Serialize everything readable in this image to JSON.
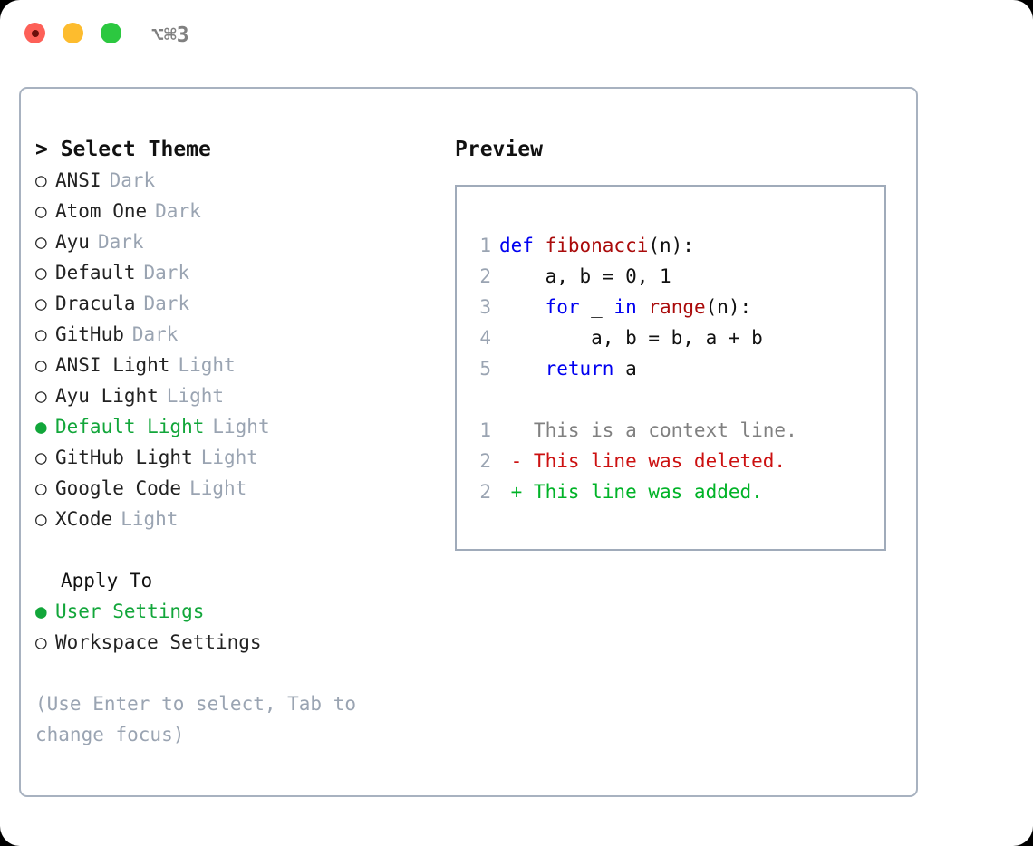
{
  "titlebar": {
    "shortcut": "⌥⌘3",
    "lights": [
      "close-red",
      "minimize-yellow",
      "zoom-green"
    ]
  },
  "theme_picker": {
    "header": "> Select Theme",
    "marker_selected": "●",
    "marker_unselected": "○",
    "selected_color": "#12a63a",
    "tag_color": "#9aa4b2",
    "options": [
      {
        "label": "ANSI",
        "tag": "Dark",
        "selected": false
      },
      {
        "label": "Atom One",
        "tag": "Dark",
        "selected": false
      },
      {
        "label": "Ayu",
        "tag": "Dark",
        "selected": false
      },
      {
        "label": "Default",
        "tag": "Dark",
        "selected": false
      },
      {
        "label": "Dracula",
        "tag": "Dark",
        "selected": false
      },
      {
        "label": "GitHub",
        "tag": "Dark",
        "selected": false
      },
      {
        "label": "ANSI Light",
        "tag": "Light",
        "selected": false
      },
      {
        "label": "Ayu Light",
        "tag": "Light",
        "selected": false
      },
      {
        "label": "Default Light",
        "tag": "Light",
        "selected": true
      },
      {
        "label": "GitHub Light",
        "tag": "Light",
        "selected": false
      },
      {
        "label": "Google Code",
        "tag": "Light",
        "selected": false
      },
      {
        "label": "XCode",
        "tag": "Light",
        "selected": false
      }
    ]
  },
  "apply_to": {
    "title": "Apply To",
    "options": [
      {
        "label": "User Settings",
        "selected": true
      },
      {
        "label": "Workspace Settings",
        "selected": false
      }
    ]
  },
  "hint": "(Use Enter to select, Tab to change focus)",
  "preview": {
    "title": "Preview",
    "code_lines": [
      {
        "num": "1",
        "tokens": [
          {
            "t": "def ",
            "c": "kw"
          },
          {
            "t": "fibonacci",
            "c": "fn"
          },
          {
            "t": "(n):",
            "c": "plain"
          }
        ]
      },
      {
        "num": "2",
        "tokens": [
          {
            "t": "    a, b = 0, 1",
            "c": "plain"
          }
        ]
      },
      {
        "num": "3",
        "tokens": [
          {
            "t": "    ",
            "c": "plain"
          },
          {
            "t": "for",
            "c": "kw"
          },
          {
            "t": " _ ",
            "c": "plain"
          },
          {
            "t": "in",
            "c": "kw"
          },
          {
            "t": " ",
            "c": "plain"
          },
          {
            "t": "range",
            "c": "fn"
          },
          {
            "t": "(n):",
            "c": "plain"
          }
        ]
      },
      {
        "num": "4",
        "tokens": [
          {
            "t": "        a, b = b, a + b",
            "c": "plain"
          }
        ]
      },
      {
        "num": "5",
        "tokens": [
          {
            "t": "    ",
            "c": "plain"
          },
          {
            "t": "return",
            "c": "kw"
          },
          {
            "t": " a",
            "c": "plain"
          }
        ]
      },
      {
        "num": "",
        "tokens": [
          {
            "t": " ",
            "c": "plain"
          }
        ]
      },
      {
        "num": "1",
        "tokens": [
          {
            "t": "   This is a context line.",
            "c": "ctx"
          }
        ]
      },
      {
        "num": "2",
        "tokens": [
          {
            "t": " - This line was deleted.",
            "c": "del"
          }
        ]
      },
      {
        "num": "2",
        "tokens": [
          {
            "t": " + This line was added.",
            "c": "add"
          }
        ]
      }
    ]
  }
}
